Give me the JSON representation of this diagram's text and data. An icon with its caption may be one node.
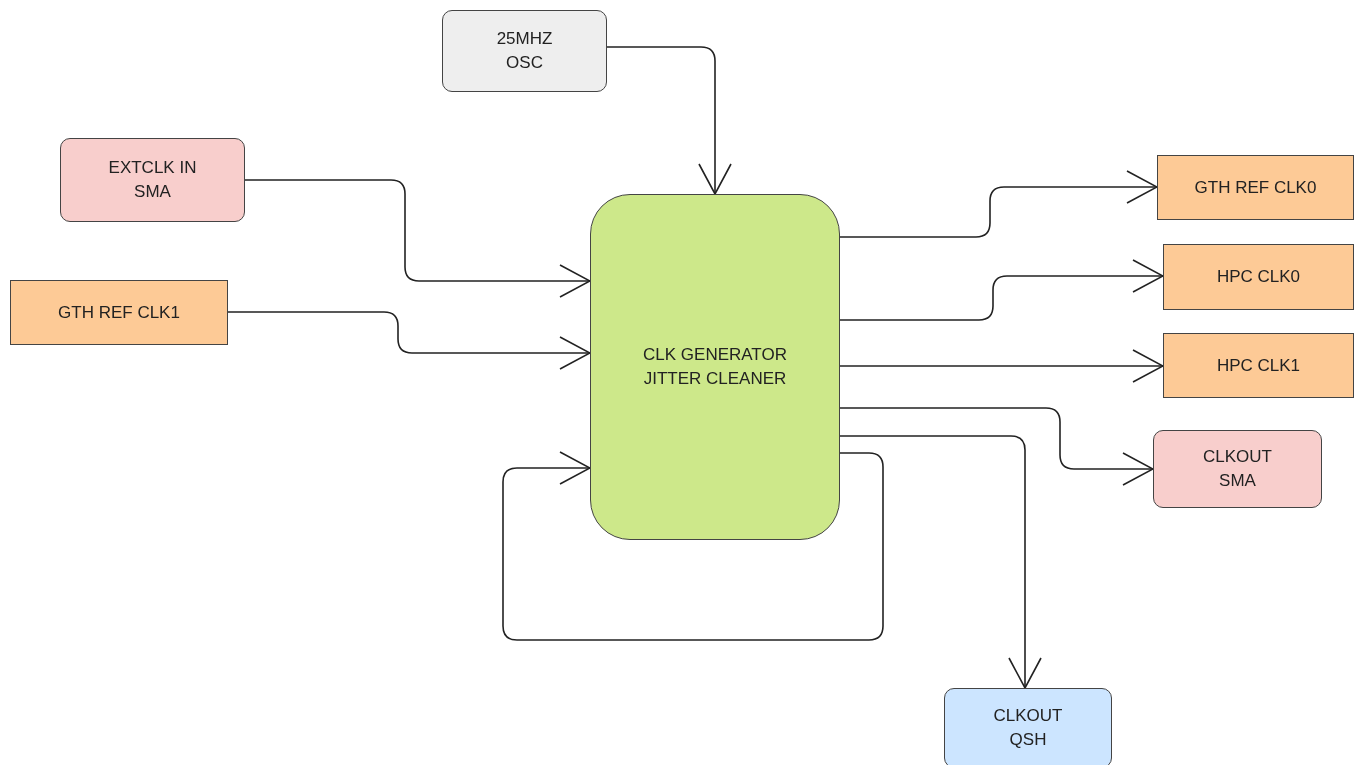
{
  "diagram": {
    "nodes": [
      {
        "text": [
          "25MHZ OSC"
        ]
      },
      {
        "text": [
          "EXTCLK IN SMA"
        ]
      },
      {
        "text": [
          "GTH REF CLK1"
        ]
      },
      {
        "text": [
          "CLK GENERATOR JITTER CLEANER"
        ]
      },
      {
        "text": [
          "GTH REF CLK0"
        ]
      },
      {
        "text": [
          "HPC CLK0"
        ]
      },
      {
        "text": [
          "HPC CLK1"
        ]
      },
      {
        "text": [
          "CLKOUT SMA"
        ]
      },
      {
        "text": [
          "CLKOUT QSH"
        ]
      }
    ],
    "edges": [
      {
        "from": 0,
        "to": 3,
        "arrow": "to"
      },
      {
        "from": 1,
        "to": 3,
        "arrow": "to"
      },
      {
        "from": 2,
        "to": 3,
        "arrow": "to"
      },
      {
        "from": 3,
        "to": 4,
        "arrow": "to"
      },
      {
        "from": 3,
        "to": 5,
        "arrow": "to"
      },
      {
        "from": 3,
        "to": 6,
        "arrow": "to"
      },
      {
        "from": 3,
        "to": 7,
        "arrow": "to"
      },
      {
        "from": 3,
        "to": 8,
        "arrow": "to"
      },
      {
        "from": 3,
        "to": 3,
        "arrow": "to"
      }
    ]
  }
}
